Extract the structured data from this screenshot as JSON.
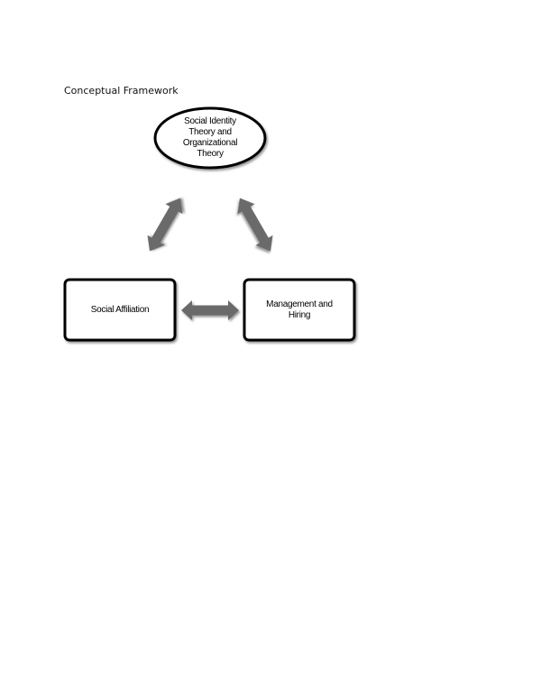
{
  "document": {
    "heading": "Conceptual Framework"
  },
  "diagram": {
    "nodes": {
      "theory": {
        "label_lines": [
          "Social Identity",
          "Theory and",
          "Organizational",
          "Theory"
        ],
        "shape": "ellipse"
      },
      "affiliation": {
        "label": "Social Affiliation",
        "shape": "rounded-rectangle"
      },
      "management": {
        "label_lines": [
          "Management and",
          "Hiring"
        ],
        "shape": "rounded-rectangle"
      }
    },
    "arrows": [
      {
        "from": "affiliation",
        "to": "theory",
        "type": "double-headed"
      },
      {
        "from": "theory",
        "to": "management",
        "type": "double-headed"
      },
      {
        "from": "affiliation",
        "to": "management",
        "type": "double-headed"
      }
    ],
    "colors": {
      "arrow_fill": "#6b6b6b",
      "node_border": "#000000",
      "node_fill": "#ffffff",
      "shadow": "#9a9a9a"
    }
  }
}
